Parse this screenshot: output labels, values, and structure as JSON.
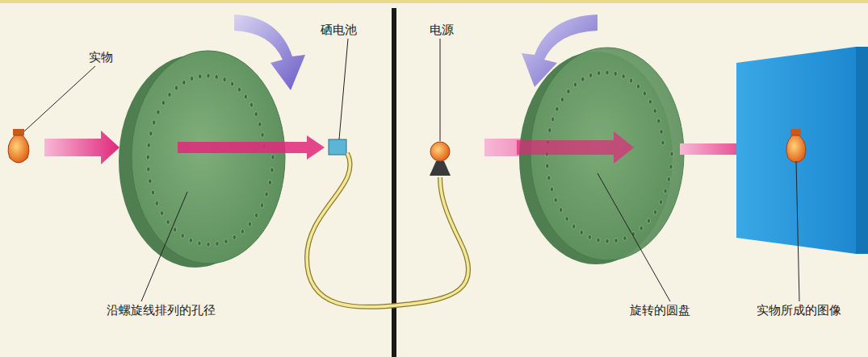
{
  "diagram": {
    "labels": [
      "实物",
      "硒电池",
      "电源",
      "沿螺旋线排列的孔径",
      "旋转的圆盘",
      "实物所成的图像"
    ]
  }
}
